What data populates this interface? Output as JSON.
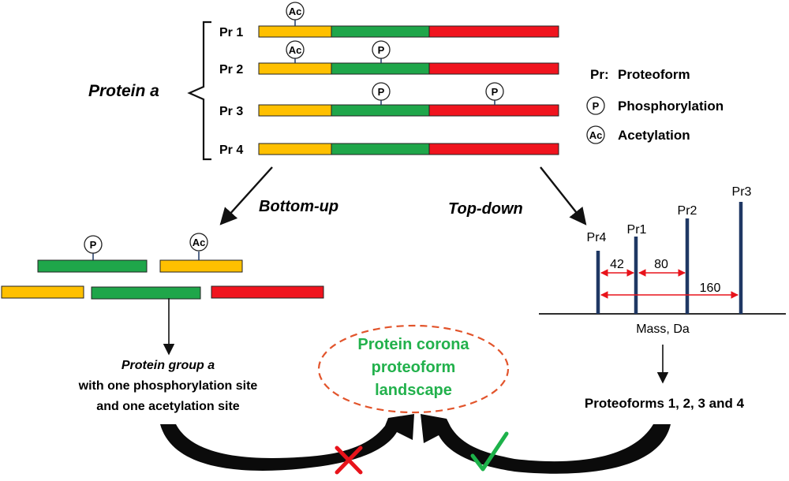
{
  "protein": {
    "label": "Protein a"
  },
  "proteoforms": [
    {
      "label": "Pr 1"
    },
    {
      "label": "Pr 2"
    },
    {
      "label": "Pr 3"
    },
    {
      "label": "Pr 4"
    }
  ],
  "modifications": {
    "ac": "Ac",
    "p": "P"
  },
  "legend": {
    "pr_key": "Pr:",
    "pr_text": "Proteoform",
    "p_text": "Phosphorylation",
    "ac_text": "Acetylation"
  },
  "methods": {
    "bottom_up": "Bottom-up",
    "top_down": "Top-down"
  },
  "bottom_up_result": {
    "line1": "Protein group a",
    "line2": "with one phosphorylation site",
    "line3": "and one acetylation site"
  },
  "center": {
    "line1": "Protein corona",
    "line2": "proteoform",
    "line3": "landscape"
  },
  "spectrum": {
    "xlabel": "Mass, Da",
    "peaks": [
      {
        "label": "Pr4"
      },
      {
        "label": "Pr1"
      },
      {
        "label": "Pr2"
      },
      {
        "label": "Pr3"
      }
    ],
    "differences": [
      "42",
      "80",
      "160"
    ]
  },
  "top_down_result": {
    "text": "Proteoforms 1, 2, 3 and 4"
  },
  "colors": {
    "yellow": "#FFC000",
    "green": "#1FA64A",
    "red": "#F0141E",
    "navy": "#1F3864",
    "dashed": "#E2542B",
    "center_text": "#22B14C",
    "cross": "#E8131B",
    "check": "#1DB24A"
  }
}
